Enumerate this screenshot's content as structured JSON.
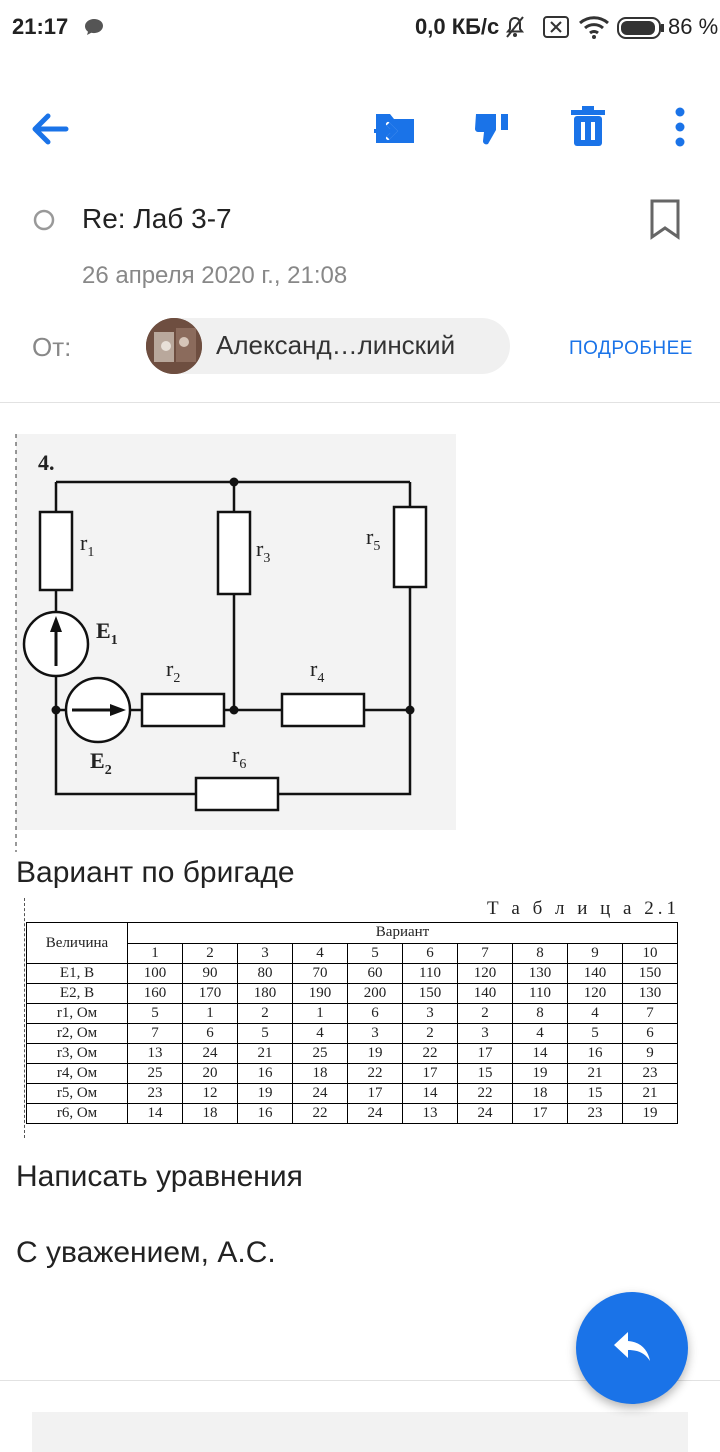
{
  "status_bar": {
    "time": "21:17",
    "network_speed": "0,0 КБ/с",
    "battery": "86 %"
  },
  "toolbar": {
    "back_icon": "arrow-left-icon",
    "move_icon": "move-to-folder-icon",
    "spam_icon": "thumbs-down-icon",
    "delete_icon": "trash-icon",
    "more_icon": "more-vert-icon"
  },
  "email": {
    "subject": "Re: Лаб 3-7",
    "date": "26 апреля 2020 г., 21:08",
    "from_label": "От:",
    "sender": "Александ…линский",
    "details_label": "ПОДРОБНЕЕ"
  },
  "circuit": {
    "number": "4.",
    "labels": [
      "r1",
      "r3",
      "r5",
      "E1",
      "r2",
      "r4",
      "E2",
      "r6"
    ]
  },
  "body": {
    "line1": "Вариант по бригаде",
    "line2": "Написать уравнения",
    "line3": "С уважением, А.С."
  },
  "table": {
    "caption": "Т а б л и ц а 2.1",
    "quantity_header": "Величина",
    "variant_header": "Вариант",
    "variants": [
      "1",
      "2",
      "3",
      "4",
      "5",
      "6",
      "7",
      "8",
      "9",
      "10"
    ],
    "rows": [
      {
        "name": "E1, B",
        "values": [
          "100",
          "90",
          "80",
          "70",
          "60",
          "110",
          "120",
          "130",
          "140",
          "150"
        ]
      },
      {
        "name": "E2, B",
        "values": [
          "160",
          "170",
          "180",
          "190",
          "200",
          "150",
          "140",
          "110",
          "120",
          "130"
        ]
      },
      {
        "name": "r1, Ом",
        "values": [
          "5",
          "1",
          "2",
          "1",
          "6",
          "3",
          "2",
          "8",
          "4",
          "7"
        ]
      },
      {
        "name": "r2, Ом",
        "values": [
          "7",
          "6",
          "5",
          "4",
          "3",
          "2",
          "3",
          "4",
          "5",
          "6"
        ]
      },
      {
        "name": "r3, Ом",
        "values": [
          "13",
          "24",
          "21",
          "25",
          "19",
          "22",
          "17",
          "14",
          "16",
          "9"
        ]
      },
      {
        "name": "r4, Ом",
        "values": [
          "25",
          "20",
          "16",
          "18",
          "22",
          "17",
          "15",
          "19",
          "21",
          "23"
        ]
      },
      {
        "name": "r5, Ом",
        "values": [
          "23",
          "12",
          "19",
          "24",
          "17",
          "14",
          "22",
          "18",
          "15",
          "21"
        ]
      },
      {
        "name": "r6, Ом",
        "values": [
          "14",
          "18",
          "16",
          "22",
          "24",
          "13",
          "24",
          "17",
          "23",
          "19"
        ]
      }
    ]
  },
  "fab": {
    "icon": "reply-icon"
  }
}
